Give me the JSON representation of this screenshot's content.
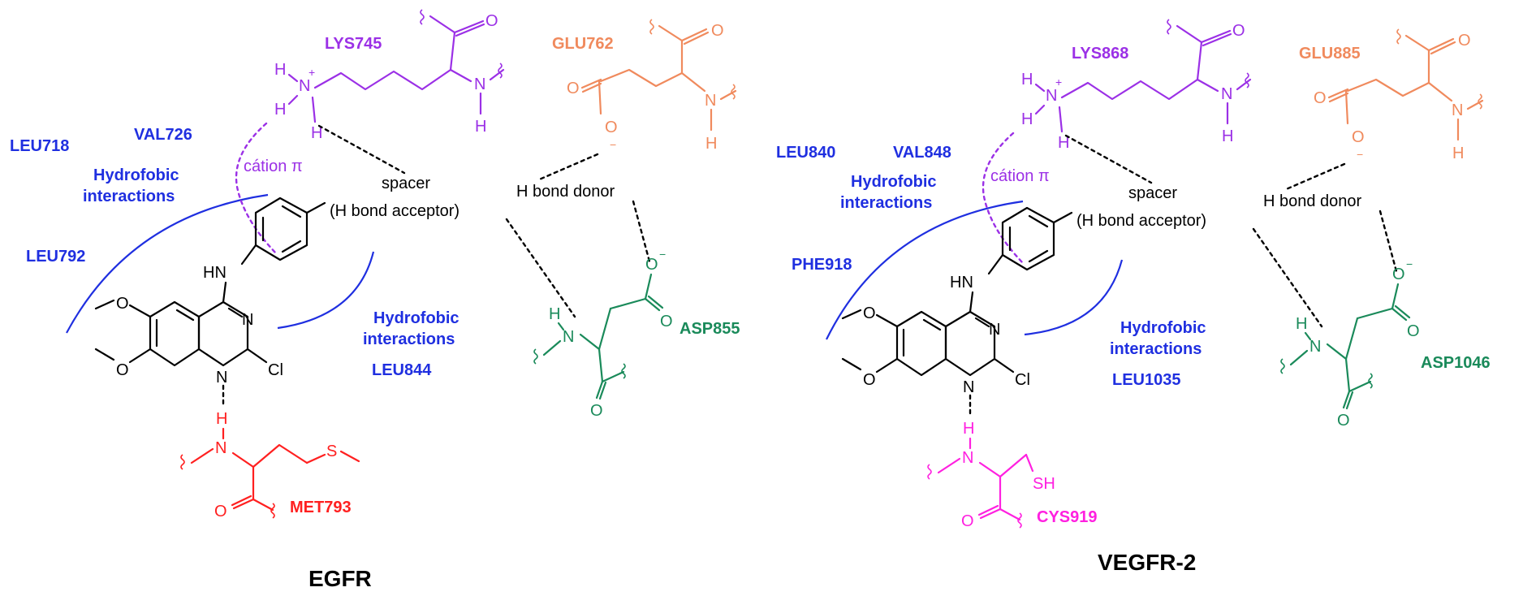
{
  "colors": {
    "ligand": "#000000",
    "lys": "#9b30e6",
    "glu": "#f08a5d",
    "asp": "#1a8a5a",
    "hydrophobic": "#1f2fe0",
    "met": "#ff2020",
    "cys": "#ff20e0"
  },
  "atoms": {
    "H": "H",
    "N": "N",
    "O": "O",
    "Cl": "Cl",
    "HN": "HN",
    "S": "S",
    "SH": "SH",
    "plus": "+",
    "minus": "−"
  },
  "egfr": {
    "title": "EGFR",
    "lys": "LYS745",
    "glu": "GLU762",
    "asp": "ASP855",
    "met": "MET793",
    "leu_a": "LEU718",
    "val": "VAL726",
    "leu_b": "LEU792",
    "leu_c": "LEU844",
    "hydro1": "Hydrofobic",
    "hydro2": "interactions",
    "hydro3": "Hydrofobic",
    "hydro4": "interactions",
    "cation": "cátion π",
    "spacer1": "spacer",
    "spacer2": "(H bond acceptor)",
    "donor": "H bond donor"
  },
  "vegfr": {
    "title": "VEGFR-2",
    "lys": "LYS868",
    "glu": "GLU885",
    "asp": "ASP1046",
    "cys": "CYS919",
    "leu_a": "LEU840",
    "val": "VAL848",
    "phe": "PHE918",
    "leu_c": "LEU1035",
    "hydro1": "Hydrofobic",
    "hydro2": "interactions",
    "hydro3": "Hydrofobic",
    "hydro4": "interactions",
    "cation": "cátion π",
    "spacer1": "spacer",
    "spacer2": "(H bond acceptor)",
    "donor": "H bond donor"
  }
}
